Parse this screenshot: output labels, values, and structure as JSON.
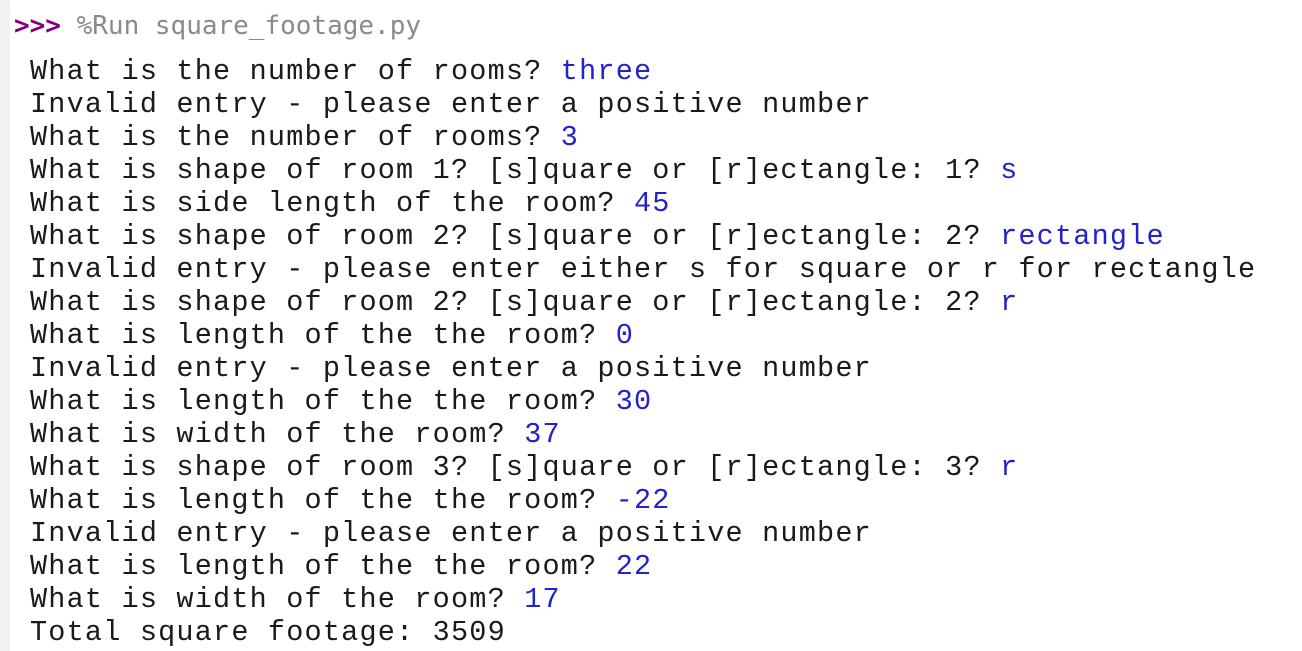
{
  "command": {
    "prompt": ">>>",
    "text": " %Run square_footage.py"
  },
  "colors": {
    "prompt": "#800080",
    "magic_command": "#8a8a8a",
    "stdout": "#1a1a1a",
    "stdin": "#2323cc",
    "gutter": "#f2f2f2"
  },
  "lines": [
    {
      "text": "What is the number of rooms? ",
      "input": "three"
    },
    {
      "text": "Invalid entry - please enter a positive number",
      "input": ""
    },
    {
      "text": "What is the number of rooms? ",
      "input": "3"
    },
    {
      "text": "What is shape of room 1? [s]quare or [r]ectangle: 1? ",
      "input": "s"
    },
    {
      "text": "What is side length of the room? ",
      "input": "45"
    },
    {
      "text": "What is shape of room 2? [s]quare or [r]ectangle: 2? ",
      "input": "rectangle"
    },
    {
      "text": "Invalid entry - please enter either s for square or r for rectangle",
      "input": ""
    },
    {
      "text": "What is shape of room 2? [s]quare or [r]ectangle: 2? ",
      "input": "r"
    },
    {
      "text": "What is length of the the room? ",
      "input": "0"
    },
    {
      "text": "Invalid entry - please enter a positive number",
      "input": ""
    },
    {
      "text": "What is length of the the room? ",
      "input": "30"
    },
    {
      "text": "What is width of the room? ",
      "input": "37"
    },
    {
      "text": "What is shape of room 3? [s]quare or [r]ectangle: 3? ",
      "input": "r"
    },
    {
      "text": "What is length of the the room? ",
      "input": "-22"
    },
    {
      "text": "Invalid entry - please enter a positive number",
      "input": ""
    },
    {
      "text": "What is length of the the room? ",
      "input": "22"
    },
    {
      "text": "What is width of the room? ",
      "input": "17"
    },
    {
      "text": "Total square footage: 3509",
      "input": ""
    }
  ]
}
